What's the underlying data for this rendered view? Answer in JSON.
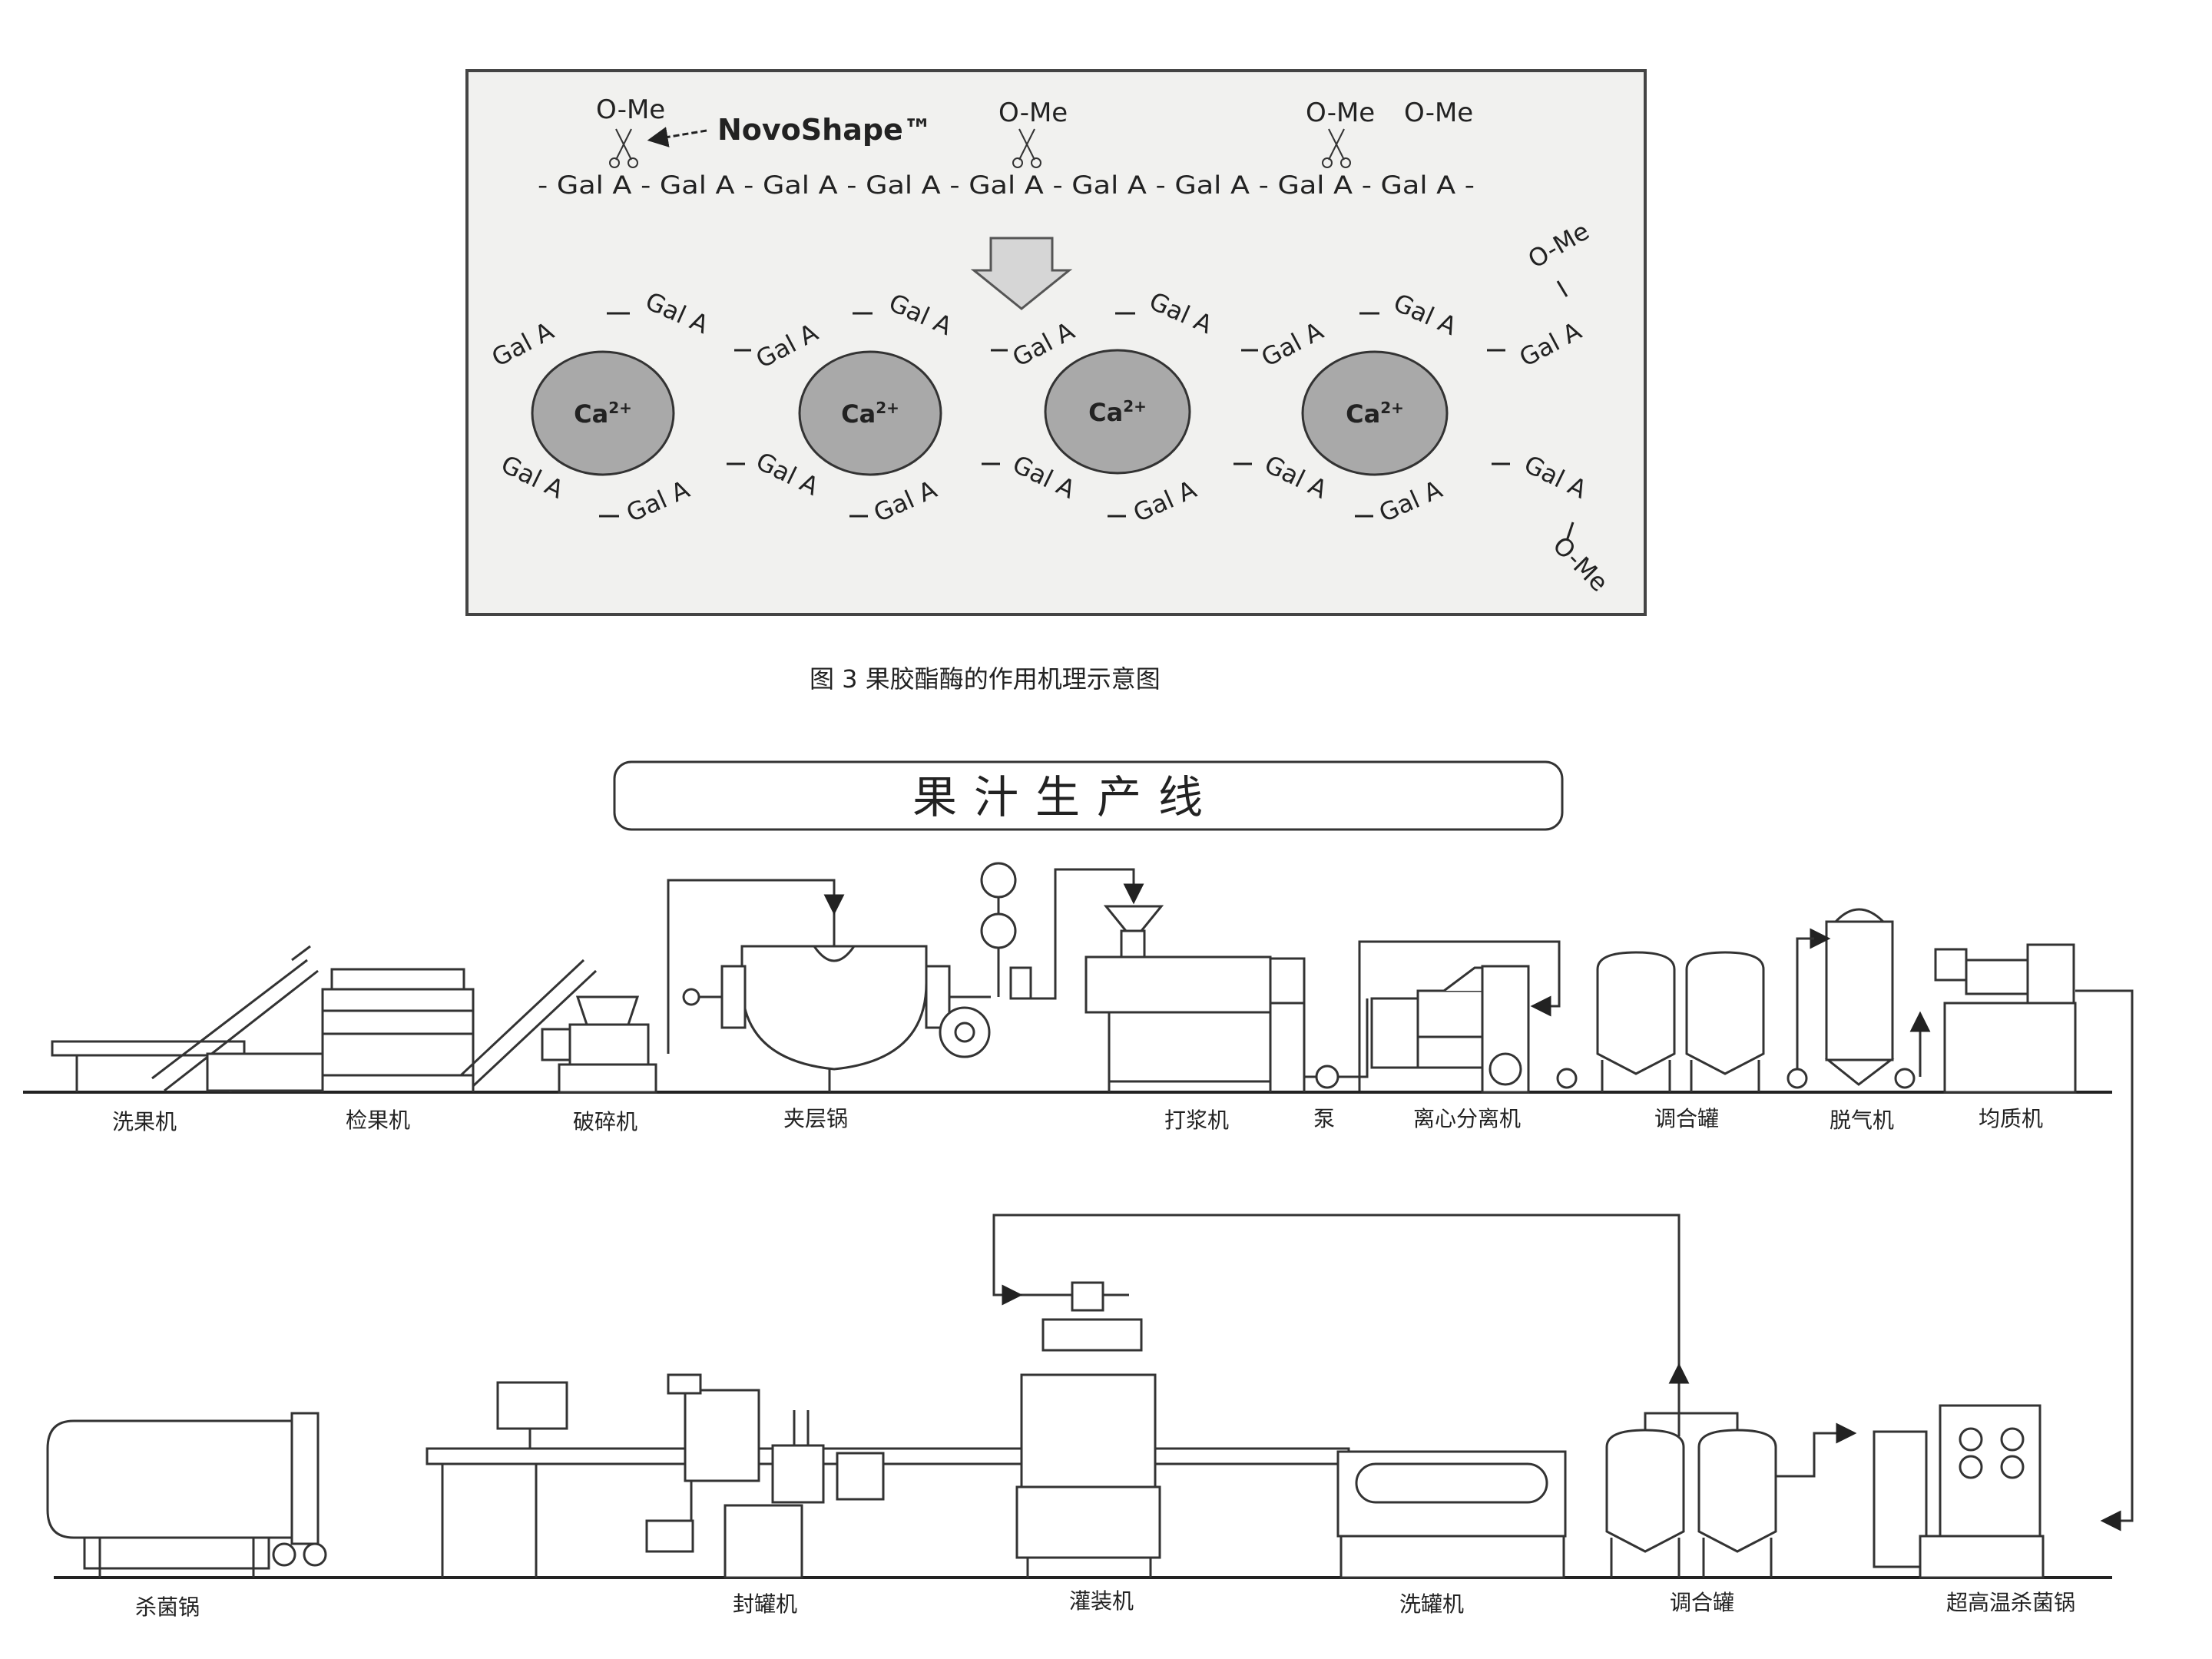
{
  "figure": {
    "novo_label": "NovoShape™",
    "ome": "O-Me",
    "gala": "Gal A",
    "chain": "- Gal A -  Gal A -  Gal A -  Gal A -  Gal A -  Gal A -  Gal A -  Gal A -  Gal A -",
    "ion_base": "Ca",
    "ion_sup": "2+",
    "caption": "图 3    果胶酯酶的作用机理示意图"
  },
  "line": {
    "title": "果汁生产线",
    "top_labels": [
      "洗果机",
      "检果机",
      "破碎机",
      "夹层锅",
      "打浆机",
      "泵",
      "离心分离机",
      "调合罐",
      "脱气机",
      "均质机"
    ],
    "bottom_labels": [
      "杀菌锅",
      "封罐机",
      "灌装机",
      "洗罐机",
      "调合罐",
      "超高温杀菌锅"
    ]
  }
}
